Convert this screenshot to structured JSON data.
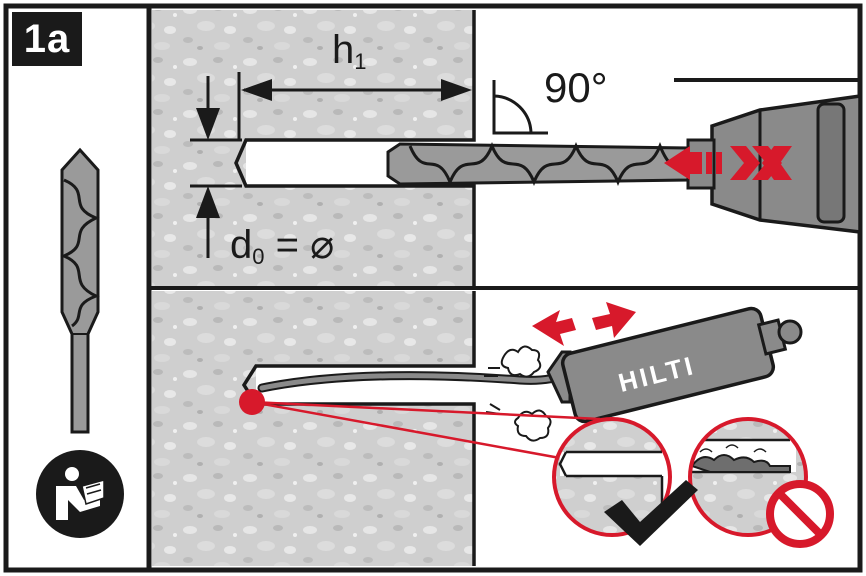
{
  "step": {
    "label": "1a"
  },
  "drilling": {
    "depth_symbol": "h",
    "depth_subscript": "1",
    "angle_label": "90°",
    "diameter_symbol": "d",
    "diameter_subscript": "0",
    "diameter_suffix": " = ⌀"
  },
  "cleaning": {
    "brand_label": "HILTI",
    "correct_mark": "check-icon",
    "incorrect_mark": "prohibited-icon"
  },
  "colors": {
    "border": "#1a1a1a",
    "concrete": "#cfcfcf",
    "accent_red": "#d7192b",
    "tool_gray": "#8a8a8a"
  }
}
